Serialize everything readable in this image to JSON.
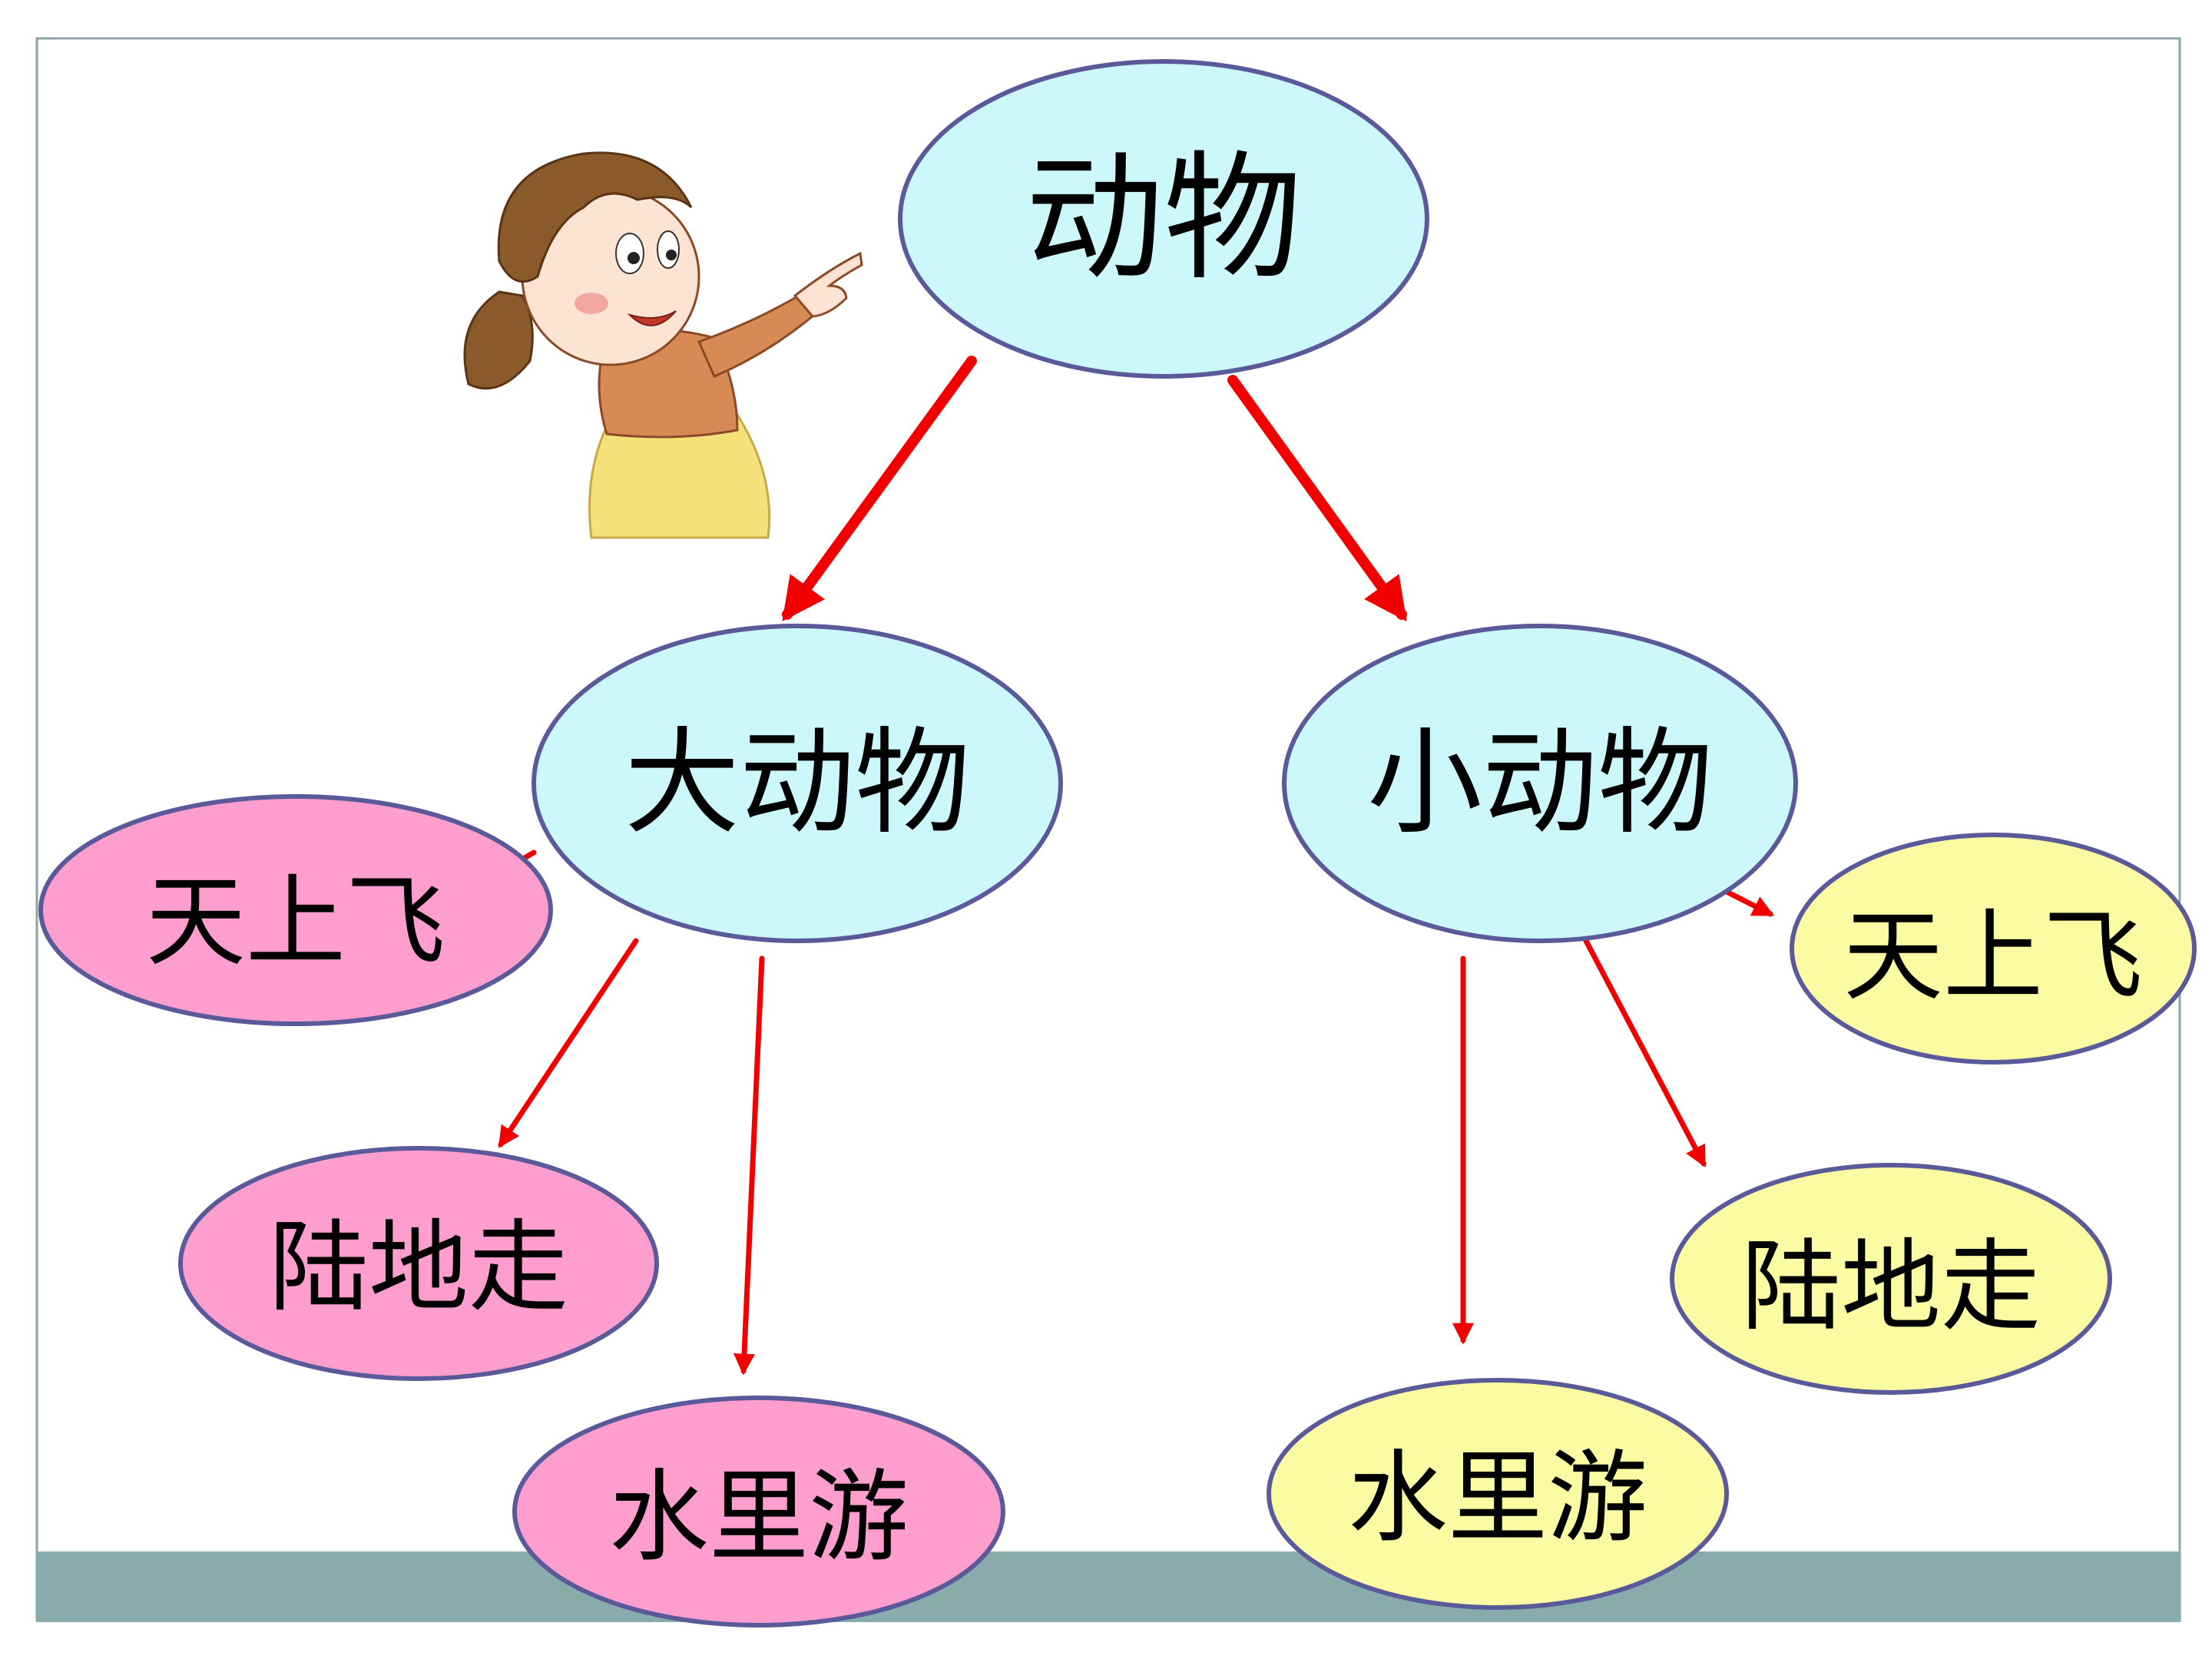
{
  "colors": {
    "background": "#ffffff",
    "frame": "#8aa6a6",
    "ground": "#8aabab",
    "arrow": "#f20000",
    "node_stroke": "#5a5a9a",
    "root_fill": "#ccf7fb",
    "left_leaf_fill": "#fd9ecf",
    "right_leaf_fill": "#fbfba3"
  },
  "nodes": {
    "root": {
      "label": "动物"
    },
    "big": {
      "label": "大动物"
    },
    "small": {
      "label": "小动物"
    },
    "big_sky": {
      "label": "天上飞"
    },
    "big_land": {
      "label": "陆地走"
    },
    "big_water": {
      "label": "水里游"
    },
    "small_sky": {
      "label": "天上飞"
    },
    "small_land": {
      "label": "陆地走"
    },
    "small_water": {
      "label": "水里游"
    }
  },
  "illustration": {
    "icon": "girl-pointing-icon"
  }
}
